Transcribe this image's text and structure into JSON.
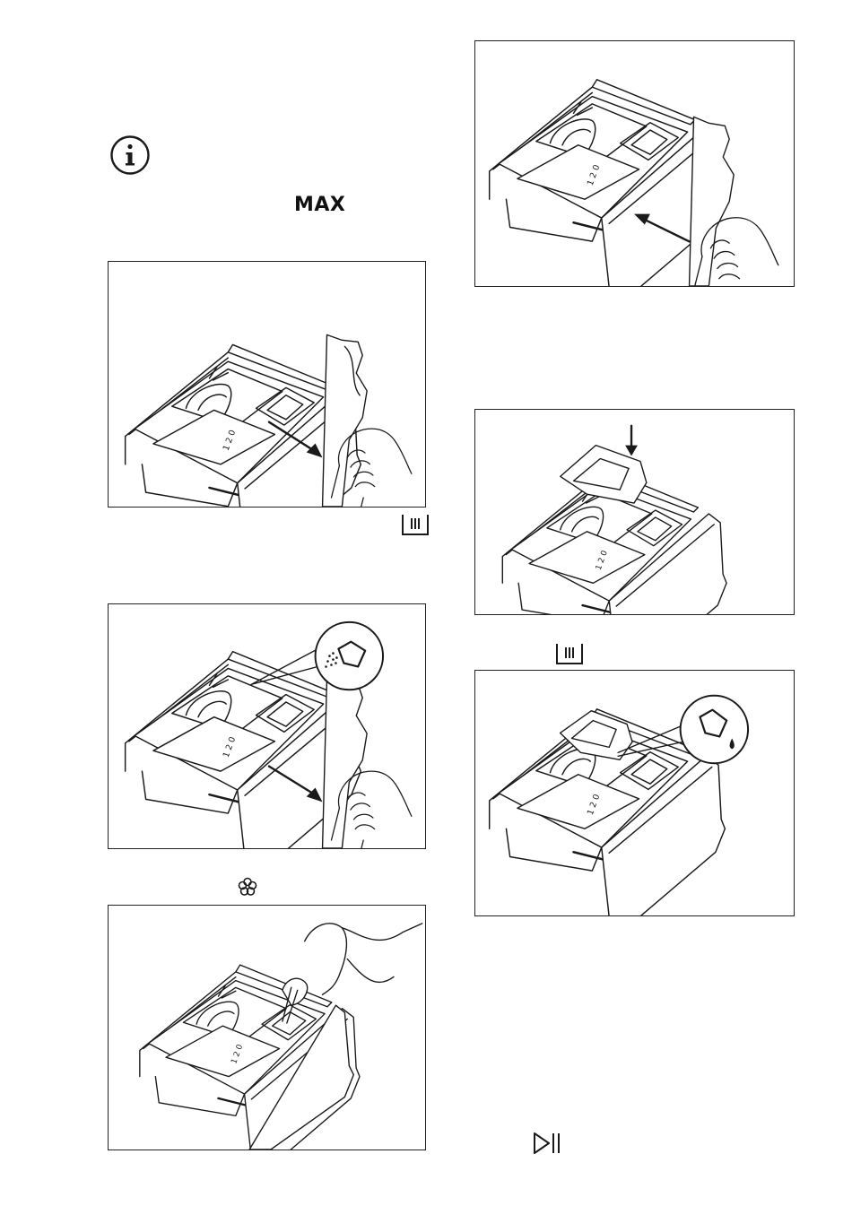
{
  "labels": {
    "max": "MAX"
  },
  "icons": {
    "info": "info-icon",
    "compartment": "main-wash-compartment-icon",
    "softener": "softener-flower-icon",
    "start_pause": "start-pause-icon",
    "powder": "powder-detergent-icon",
    "liquid": "liquid-detergent-icon"
  },
  "figures": [
    {
      "id": "fig-drawer-pull-out",
      "icon": "hand-pull-arrow"
    },
    {
      "id": "fig-drawer-push-in",
      "icon": "hand-push-arrow"
    },
    {
      "id": "fig-powder-fill",
      "icon": "powder-detergent-icon"
    },
    {
      "id": "fig-flap-insert",
      "icon": "down-arrow"
    },
    {
      "id": "fig-softener-cap",
      "icon": "hand-lift-cap"
    },
    {
      "id": "fig-liquid-fill",
      "icon": "liquid-detergent-icon"
    }
  ]
}
